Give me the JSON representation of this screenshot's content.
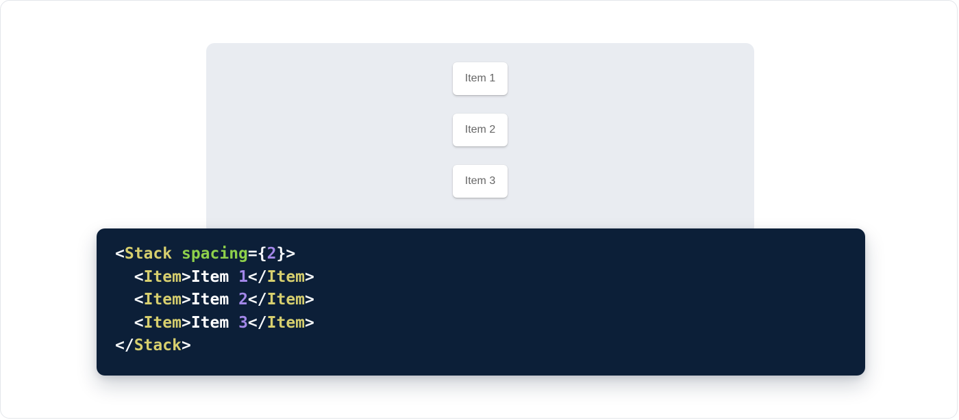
{
  "demo_panel": {
    "background": "#e9ecf1",
    "items": [
      {
        "label": "Item 1"
      },
      {
        "label": "Item 2"
      },
      {
        "label": "Item 3"
      }
    ]
  },
  "code_block": {
    "background": "#0c1f38",
    "source": "<Stack spacing={2}>\n  <Item>Item 1</Item>\n  <Item>Item 2</Item>\n  <Item>Item 3</Item>\n</Stack>",
    "token_colors": {
      "punct": "#f6f8fa",
      "tag": "#d7cf6e",
      "attr": "#8ed04b",
      "num": "#a287e8",
      "plain": "#ffffff"
    },
    "lines": [
      {
        "tokens": [
          {
            "t": "<",
            "c": "punct"
          },
          {
            "t": "Stack",
            "c": "tag"
          },
          {
            "t": " ",
            "c": "plain"
          },
          {
            "t": "spacing",
            "c": "attr"
          },
          {
            "t": "=",
            "c": "punct"
          },
          {
            "t": "{",
            "c": "punct"
          },
          {
            "t": "2",
            "c": "num"
          },
          {
            "t": "}",
            "c": "punct"
          },
          {
            "t": ">",
            "c": "punct"
          }
        ]
      },
      {
        "tokens": [
          {
            "t": "  ",
            "c": "plain"
          },
          {
            "t": "<",
            "c": "punct"
          },
          {
            "t": "Item",
            "c": "tag"
          },
          {
            "t": ">",
            "c": "punct"
          },
          {
            "t": "Item ",
            "c": "plain"
          },
          {
            "t": "1",
            "c": "num"
          },
          {
            "t": "</",
            "c": "punct"
          },
          {
            "t": "Item",
            "c": "tag"
          },
          {
            "t": ">",
            "c": "punct"
          }
        ]
      },
      {
        "tokens": [
          {
            "t": "  ",
            "c": "plain"
          },
          {
            "t": "<",
            "c": "punct"
          },
          {
            "t": "Item",
            "c": "tag"
          },
          {
            "t": ">",
            "c": "punct"
          },
          {
            "t": "Item ",
            "c": "plain"
          },
          {
            "t": "2",
            "c": "num"
          },
          {
            "t": "</",
            "c": "punct"
          },
          {
            "t": "Item",
            "c": "tag"
          },
          {
            "t": ">",
            "c": "punct"
          }
        ]
      },
      {
        "tokens": [
          {
            "t": "  ",
            "c": "plain"
          },
          {
            "t": "<",
            "c": "punct"
          },
          {
            "t": "Item",
            "c": "tag"
          },
          {
            "t": ">",
            "c": "punct"
          },
          {
            "t": "Item ",
            "c": "plain"
          },
          {
            "t": "3",
            "c": "num"
          },
          {
            "t": "</",
            "c": "punct"
          },
          {
            "t": "Item",
            "c": "tag"
          },
          {
            "t": ">",
            "c": "punct"
          }
        ]
      },
      {
        "tokens": [
          {
            "t": "</",
            "c": "punct"
          },
          {
            "t": "Stack",
            "c": "tag"
          },
          {
            "t": ">",
            "c": "punct"
          }
        ]
      }
    ]
  }
}
